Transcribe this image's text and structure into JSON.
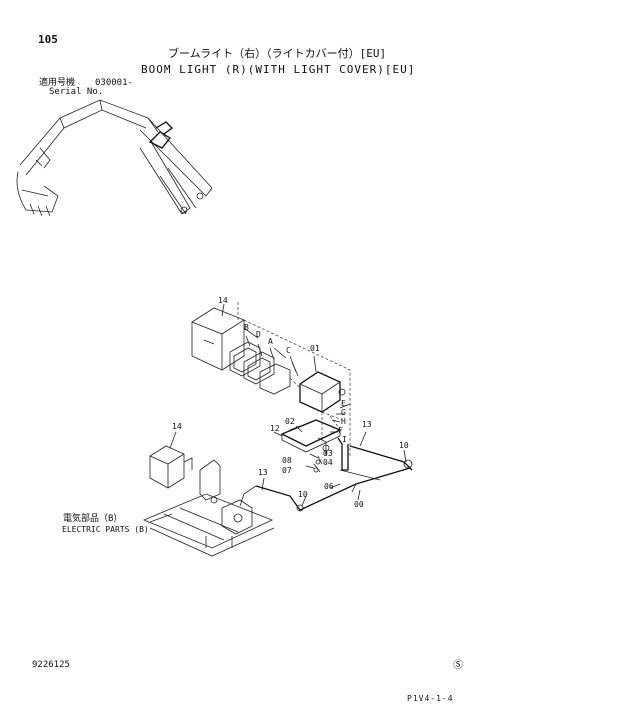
{
  "header": {
    "page_number": "105",
    "title_jp": "ブームライト（右）（ライトカバー付）[EU]",
    "title_en": "BOOM LIGHT (R)(WITH LIGHT COVER)[EU]",
    "serial_label_jp": "適用号機",
    "serial_value": "030001-",
    "serial_label_en": "Serial No."
  },
  "callouts": {
    "p14a": "14",
    "pB": "B",
    "pD": "D",
    "pA": "A",
    "pC": "C",
    "p01": "01",
    "pE": "E",
    "pG": "G",
    "pH": "H",
    "pF": "F",
    "pI": "I",
    "p02": "02",
    "p12": "12",
    "p13a": "13",
    "p10a": "10",
    "p14b": "14",
    "p03": "03",
    "p04": "04",
    "p08": "08",
    "p07": "07",
    "p13b": "13",
    "p06": "06",
    "p10b": "10",
    "p00": "00"
  },
  "reference": {
    "label_jp": "電気部品（B）",
    "label_en": "ELECTRIC PARTS (B)"
  },
  "footer": {
    "doc_code": "9226125",
    "mark": "Ⓢ",
    "page_ref": "P1V4-1-4"
  }
}
